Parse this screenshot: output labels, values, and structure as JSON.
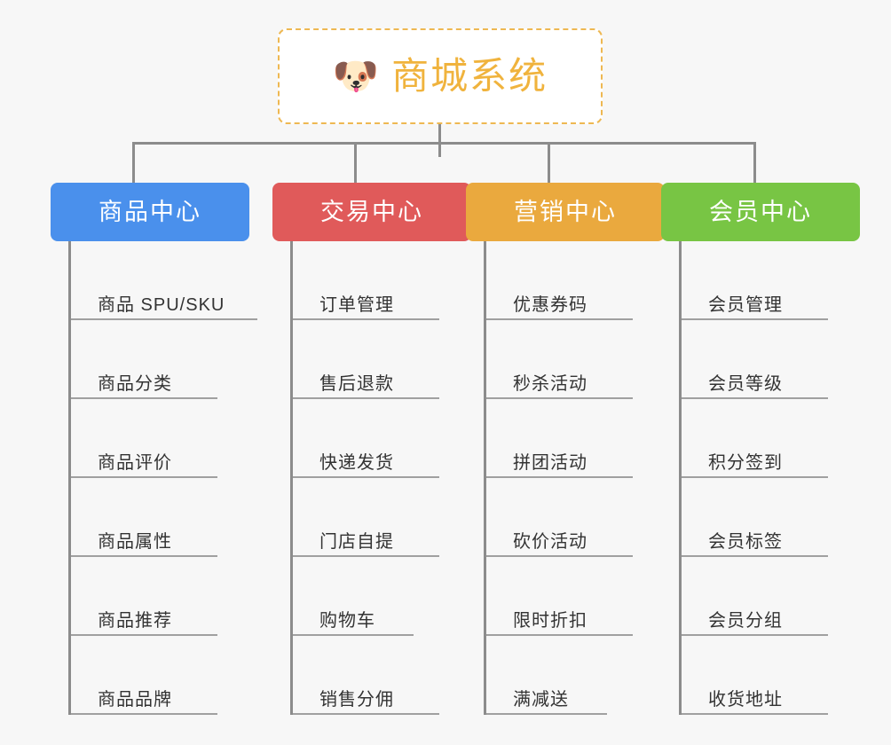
{
  "page": {
    "background_color": "#f7f7f7",
    "line_color": "#8c8c8c",
    "leaf_text_color": "#333333"
  },
  "root": {
    "icon": "shiba-dog-face-emoji",
    "icon_glyph": "🐶",
    "title": "商城系统",
    "title_color": "#f0b33d",
    "border_color": "#eeb852",
    "border_style": "dashed"
  },
  "columns": [
    {
      "id": "product-center",
      "label": "商品中心",
      "color": "#4a90ec",
      "items": [
        {
          "label": "商品 SPU/SKU",
          "width": "long"
        },
        {
          "label": "商品分类",
          "width": "med"
        },
        {
          "label": "商品评价",
          "width": "med"
        },
        {
          "label": "商品属性",
          "width": "med"
        },
        {
          "label": "商品推荐",
          "width": "med"
        },
        {
          "label": "商品品牌",
          "width": "med"
        }
      ]
    },
    {
      "id": "trade-center",
      "label": "交易中心",
      "color": "#e05a5a",
      "items": [
        {
          "label": "订单管理",
          "width": "med"
        },
        {
          "label": "售后退款",
          "width": "med"
        },
        {
          "label": "快递发货",
          "width": "med"
        },
        {
          "label": "门店自提",
          "width": "med"
        },
        {
          "label": "购物车",
          "width": "short"
        },
        {
          "label": "销售分佣",
          "width": "med"
        }
      ]
    },
    {
      "id": "marketing-center",
      "label": "营销中心",
      "color": "#eaa93e",
      "items": [
        {
          "label": "优惠券码",
          "width": "med"
        },
        {
          "label": "秒杀活动",
          "width": "med"
        },
        {
          "label": "拼团活动",
          "width": "med"
        },
        {
          "label": "砍价活动",
          "width": "med"
        },
        {
          "label": "限时折扣",
          "width": "med"
        },
        {
          "label": "满减送",
          "width": "short"
        }
      ]
    },
    {
      "id": "member-center",
      "label": "会员中心",
      "color": "#78c544",
      "items": [
        {
          "label": "会员管理",
          "width": "med"
        },
        {
          "label": "会员等级",
          "width": "med"
        },
        {
          "label": "积分签到",
          "width": "med"
        },
        {
          "label": "会员标签",
          "width": "med"
        },
        {
          "label": "会员分组",
          "width": "med"
        },
        {
          "label": "收货地址",
          "width": "med"
        }
      ]
    }
  ]
}
